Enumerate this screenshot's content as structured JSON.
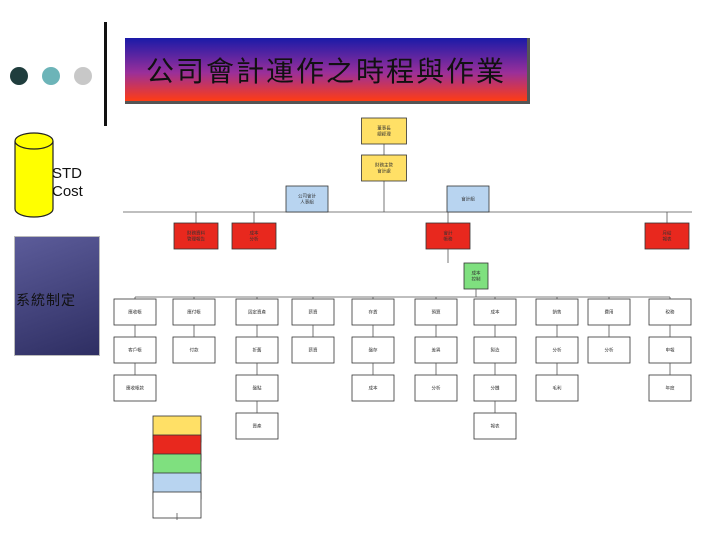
{
  "header": {
    "title": "公司會計運作之時程與作業"
  },
  "sidebar": {
    "std_cost_label": [
      "STD",
      "Cost"
    ],
    "system_label": "系統制定"
  },
  "colors": {
    "yellow": "#ffe066",
    "red": "#e8281e",
    "green": "#7fe07f",
    "blue": "#b8d4f0",
    "white": "#ffffff",
    "dot_dark": "#1f3d3d",
    "dot_teal": "#6cb4b8",
    "dot_light": "#c8c8c8"
  },
  "org_chart": {
    "top_chain": [
      {
        "id": "n1",
        "color": "yellow",
        "lines": [
          "董事長",
          "總經理"
        ]
      },
      {
        "id": "n2",
        "color": "yellow",
        "lines": [
          "財務主管",
          "會計處"
        ]
      }
    ],
    "left_branch": {
      "id": "n3",
      "color": "blue",
      "lines": [
        "公司會計",
        "人事組"
      ]
    },
    "right_branch": {
      "id": "n4",
      "color": "blue",
      "lines": [
        "會計組"
      ]
    },
    "red_row": [
      {
        "id": "r1",
        "color": "red",
        "lines": [
          "財務資料",
          "管理報告"
        ]
      },
      {
        "id": "r2",
        "color": "red",
        "lines": [
          "成本",
          "分析"
        ]
      },
      {
        "id": "r3",
        "color": "red",
        "lines": [
          "會計",
          "帳務"
        ]
      },
      {
        "id": "r4",
        "color": "red",
        "lines": [
          "月結",
          "報表"
        ]
      }
    ],
    "green_node": {
      "id": "g1",
      "color": "green",
      "lines": [
        "成本",
        "控制"
      ]
    },
    "columns": [
      [
        "應收帳",
        "客戶帳",
        "應收帳款"
      ],
      [
        "應付帳",
        "付款"
      ],
      [
        "固定資產",
        "折舊",
        "盤點",
        "資產"
      ],
      [
        "薪資",
        "薪資"
      ],
      [
        "存貨",
        "盤存",
        "成本"
      ],
      [
        "預算",
        "差異",
        "分析"
      ],
      [
        "成本",
        "製造",
        "分攤",
        "報表"
      ],
      [
        "銷售",
        "分析",
        "毛利"
      ],
      [
        "費用",
        "分析"
      ],
      [
        "稅務",
        "申報",
        "年度"
      ]
    ],
    "legend": [
      {
        "color": "yellow",
        "label": ""
      },
      {
        "color": "red",
        "label": ""
      },
      {
        "color": "green",
        "label": ""
      },
      {
        "color": "blue",
        "label": ""
      },
      {
        "color": "white",
        "label": ""
      }
    ]
  }
}
